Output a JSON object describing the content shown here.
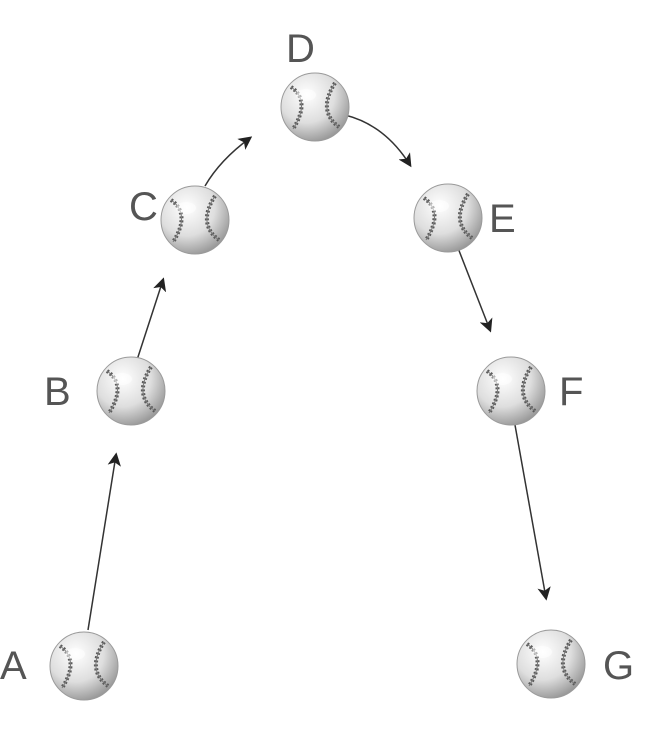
{
  "diagram": {
    "points": [
      {
        "id": "A",
        "label": "A"
      },
      {
        "id": "B",
        "label": "B"
      },
      {
        "id": "C",
        "label": "C"
      },
      {
        "id": "D",
        "label": "D"
      },
      {
        "id": "E",
        "label": "E"
      },
      {
        "id": "F",
        "label": "F"
      },
      {
        "id": "G",
        "label": "G"
      }
    ],
    "arrows": [
      {
        "from": "A",
        "to": "B"
      },
      {
        "from": "B",
        "to": "C"
      },
      {
        "from": "C",
        "to": "D"
      },
      {
        "from": "D",
        "to": "E"
      },
      {
        "from": "E",
        "to": "F"
      },
      {
        "from": "F",
        "to": "G"
      }
    ],
    "ball_icon": "baseball-icon",
    "colors": {
      "label": "#555555",
      "arrow": "#333333",
      "ball_fill": "#e4e4e4",
      "seam": "#5a5a5a"
    }
  }
}
